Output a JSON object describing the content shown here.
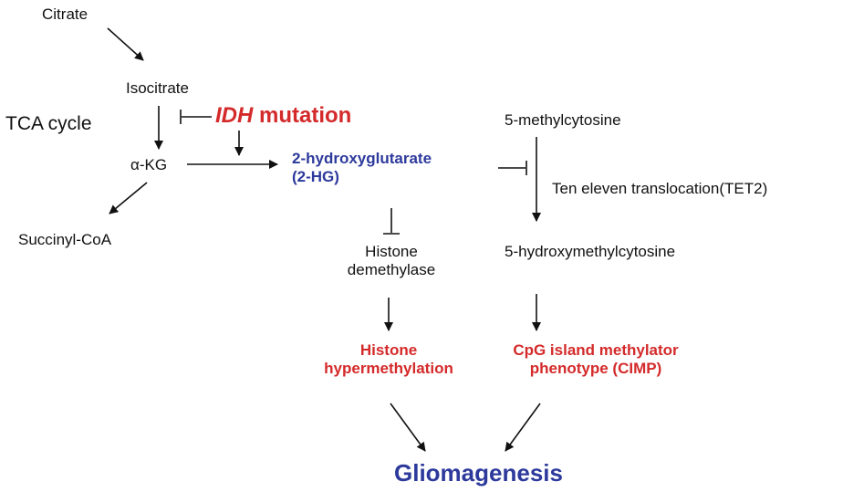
{
  "nodes": {
    "citrate": "Citrate",
    "isocitrate": "Isocitrate",
    "tca_cycle": "TCA cycle",
    "idh_gene": "IDH",
    "idh_suffix": " mutation",
    "akg": "α-KG",
    "succinyl_coa": "Succinyl-CoA",
    "two_hg_line1": "2-hydroxyglutarate",
    "two_hg_line2": "(2-HG)",
    "five_mc": "5-methylcytosine",
    "tet2": "Ten eleven translocation(TET2)",
    "histone_demethylase_line1": "Histone",
    "histone_demethylase_line2": "demethylase",
    "five_hmc": "5-hydroxymethylcytosine",
    "histone_hyper_line1": "Histone",
    "histone_hyper_line2": "hypermethylation",
    "cimp_line1": "CpG island methylator",
    "cimp_line2": "phenotype (CIMP)",
    "gliomagenesis": "Gliomagenesis"
  },
  "colors": {
    "text": "#111111",
    "blue": "#2d3a9c",
    "red": "#d42a2a"
  }
}
